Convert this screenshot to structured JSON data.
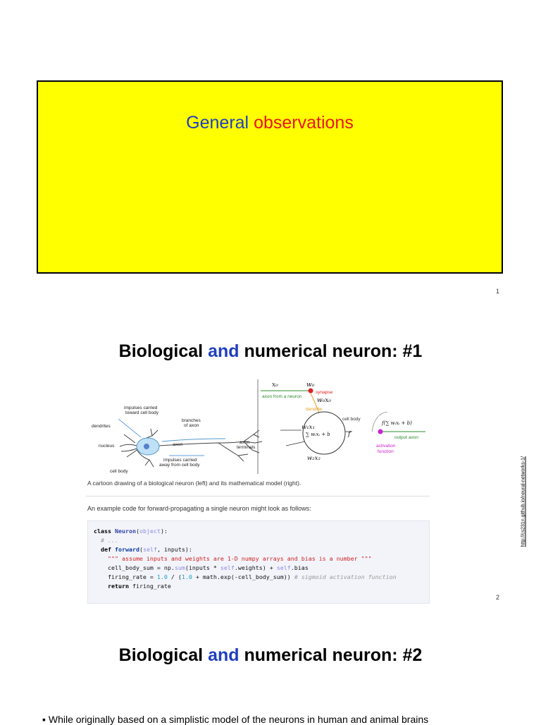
{
  "slide1": {
    "title_word1": "General",
    "title_word2": "observations",
    "page_number": "1"
  },
  "slide2": {
    "title_part1": "Biological ",
    "title_part2": "and",
    "title_part3": " numerical neuron: #1",
    "page_number": "2",
    "side_url": "http://cs231n.github.io/neural-networks-1/",
    "bio_labels": {
      "impulses_toward": "impulses carried\ntoward cell body",
      "branches": "branches\nof axon",
      "dendrites": "dendrites",
      "axon": "axon",
      "nucleus": "nucleus",
      "axon_terminals": "axon\nterminals",
      "impulses_away": "impulses carried\naway from cell body",
      "cell_body": "cell body"
    },
    "math_labels": {
      "x0": "x₀",
      "w0": "w₀",
      "synapse": "synapse",
      "axon_from_neuron": "axon from a neuron",
      "w0x0": "w₀x₀",
      "dendrite": "dendrite",
      "cell_body": "cell body",
      "w1x1": "w₁x₁",
      "sum": "∑ wᵢxᵢ + b",
      "f_out": "f(∑ wᵢxᵢ + b)",
      "f": "f",
      "output_axon": "output axon",
      "activation": "activation",
      "function": "function",
      "w2x2": "w₂x₂"
    },
    "caption": "A cartoon drawing of a biological neuron (left) and its mathematical model (right).",
    "code_intro": "An example code for forward-propagating a single neuron might look as follows:",
    "code": {
      "l1_kw": "class ",
      "l1_name": "Neuron",
      "l1_rest": "(",
      "l1_obj": "object",
      "l1_end": "):",
      "l2": "  # ...",
      "l3_kw": "  def ",
      "l3_name": "forward",
      "l3_a": "(",
      "l3_self": "self",
      "l3_b": ", inputs):",
      "l4": "    \"\"\" assume inputs and weights are 1-D numpy arrays and bias is a number \"\"\"",
      "l5_a": "    cell_body_sum = np.",
      "l5_sum": "sum",
      "l5_b": "(inputs * ",
      "l5_self1": "self",
      "l5_c": ".weights) + ",
      "l5_self2": "self",
      "l5_d": ".bias",
      "l6_a": "    firing_rate = ",
      "l6_n1": "1.0",
      "l6_b": " / (",
      "l6_n2": "1.0",
      "l6_c": " + math.exp(-cell_body_sum)) ",
      "l6_cm": "# sigmoid activation function",
      "l7_kw": "    return",
      "l7_rest": " firing_rate"
    }
  },
  "slide3": {
    "title_part1": "Biological ",
    "title_part2": "and",
    "title_part3": " numerical neuron: #2",
    "bullet": "▪  While originally based on a simplistic model of the neurons in human and animal brains"
  }
}
